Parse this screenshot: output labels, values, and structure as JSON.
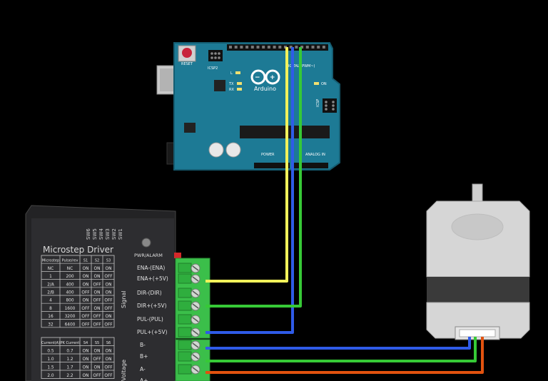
{
  "colors": {
    "background": "#000000",
    "arduino_board": "#1d7a95",
    "driver_body": "#2b2b2d",
    "terminal_green": "#3bbf4a",
    "wire_yellow": "#f2f25a",
    "wire_blue": "#2f5be8",
    "wire_green": "#36c936",
    "wire_orange": "#e2520f"
  },
  "arduino": {
    "brand": "Arduino",
    "reset_label": "RESET",
    "icsp2_label": "ICSP2",
    "icsp_label": "ICSP",
    "led_l": "L",
    "led_tx": "TX",
    "led_rx": "RX",
    "on_label": "ON",
    "digital_label": "DIGITAL (PWM~)",
    "power_label": "POWER",
    "analog_label": "ANALOG IN"
  },
  "driver": {
    "title": "Microstep Driver",
    "switch_labels": [
      "SW6",
      "SW5",
      "SW4",
      "SW3",
      "SW2",
      "SW1"
    ],
    "pwr_alarm": "PWR/ALARM",
    "signal_group": "Signal",
    "voltage_group": "Voltage",
    "step_table": {
      "headers": [
        "Microstep",
        "Pulse/rev",
        "S1",
        "S2",
        "S3"
      ],
      "rows": [
        [
          "NC",
          "NC",
          "ON",
          "ON",
          "ON"
        ],
        [
          "1",
          "200",
          "ON",
          "ON",
          "OFF"
        ],
        [
          "2/A",
          "400",
          "ON",
          "OFF",
          "ON"
        ],
        [
          "2/B",
          "400",
          "OFF",
          "ON",
          "ON"
        ],
        [
          "4",
          "800",
          "ON",
          "OFF",
          "OFF"
        ],
        [
          "8",
          "1600",
          "OFF",
          "ON",
          "OFF"
        ],
        [
          "16",
          "3200",
          "OFF",
          "OFF",
          "ON"
        ],
        [
          "32",
          "6400",
          "OFF",
          "OFF",
          "OFF"
        ]
      ]
    },
    "current_table": {
      "headers": [
        "Current(A)",
        "PK Current",
        "S4",
        "S5",
        "S6"
      ],
      "rows": [
        [
          "0.5",
          "0.7",
          "ON",
          "ON",
          "ON"
        ],
        [
          "1.0",
          "1.2",
          "ON",
          "OFF",
          "ON"
        ],
        [
          "1.5",
          "1.7",
          "ON",
          "ON",
          "OFF"
        ],
        [
          "2.0",
          "2.2",
          "ON",
          "OFF",
          "OFF"
        ]
      ]
    },
    "terminals": [
      "ENA-(ENA)",
      "ENA+(+5V)",
      "DIR-(DIR)",
      "DIR+(+5V)",
      "PUL-(PUL)",
      "PUL+(+5V)",
      "B-",
      "B+",
      "A-",
      "A+"
    ]
  }
}
